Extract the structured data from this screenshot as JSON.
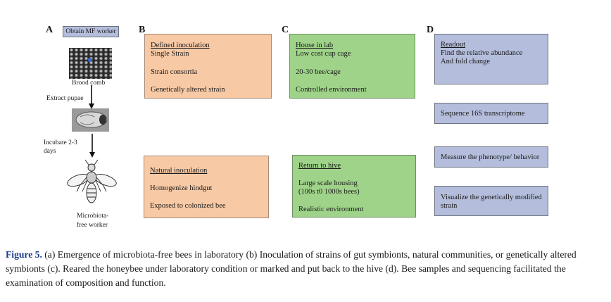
{
  "panels": {
    "a": {
      "letter": "A",
      "header_box": "Obtain MF worker",
      "brood_label": "Brood comb",
      "extract_label": "Extract pupae",
      "incubate_label_1": "Incubate 2-3",
      "incubate_label_2": "days",
      "worker_label_1": "Microbiota-",
      "worker_label_2": "free worker"
    },
    "b": {
      "letter": "B",
      "top_box": {
        "head": "Defined inoculation",
        "l1": "Single Strain",
        "l2": "Strain consortia",
        "l3": "Genetically altered strain"
      },
      "bottom_box": {
        "head": "Natural inoculation",
        "l1": "Homogenize hindgut",
        "l2": "Exposed to colonized bee"
      }
    },
    "c": {
      "letter": "C",
      "top_box": {
        "head": "House in lab",
        "l1": "Low cost cup cage",
        "l2": "20-30 bee/cage",
        "l3": "Controlled environment"
      },
      "bottom_box": {
        "head": "Return to hive",
        "l1": "Large scale housing",
        "l2": "(100s t0 1000s bees)",
        "l3": "Realistic environment"
      }
    },
    "d": {
      "letter": "D",
      "box1": {
        "head": "Readout",
        "l1": "Find the relative abundance",
        "l2": "And fold change"
      },
      "box2": "Sequence 16S transcriptome",
      "box3": "Measure the phenotype/ behavior",
      "box4_l1": "Visualize the genetically modified",
      "box4_l2": "strain"
    }
  },
  "caption": {
    "label": "Figure 5.",
    "text": " (a) Emergence of microbiota-free bees in laboratory (b) Inoculation of strains of gut symbionts, natural communities, or genetically altered symbionts (c). Reared the honeybee under laboratory condition or marked and put back to the hive (d). Bee samples and sequencing facilitated the examination of composition and function."
  },
  "colors": {
    "orange_box": "#f7c9a5",
    "green_box": "#9fd389",
    "blue_box": "#b4bddb",
    "figure_label": "#1a3a8a"
  }
}
